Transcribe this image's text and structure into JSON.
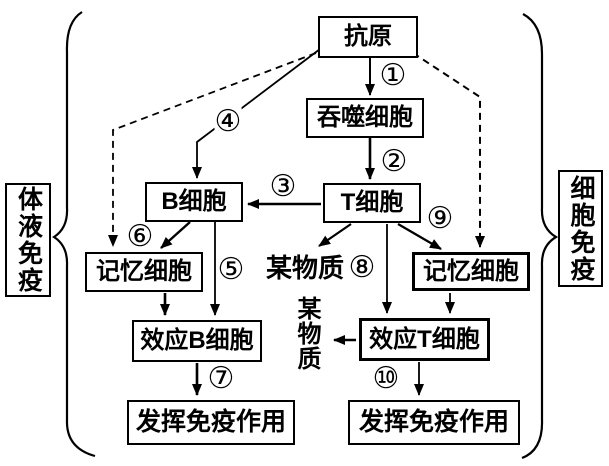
{
  "labels": {
    "humoral": "体液免疫",
    "cellular": "细胞免疫"
  },
  "nodes": {
    "antigen": "抗原",
    "phagocyte": "吞噬细胞",
    "t_cell": "T细胞",
    "b_cell": "B细胞",
    "memory_left": "记忆细胞",
    "memory_right": "记忆细胞",
    "effector_b": "效应B细胞",
    "effector_t": "效应T细胞",
    "function_left": "发挥免疫作用",
    "function_right": "发挥免疫作用",
    "substance_mid": "某物质",
    "substance_left": "某物质"
  },
  "steps": {
    "1": "①",
    "2": "②",
    "3": "③",
    "4": "④",
    "5": "⑤",
    "6": "⑥",
    "7": "⑦",
    "8": "⑧",
    "9": "⑨",
    "10": "⑩"
  }
}
